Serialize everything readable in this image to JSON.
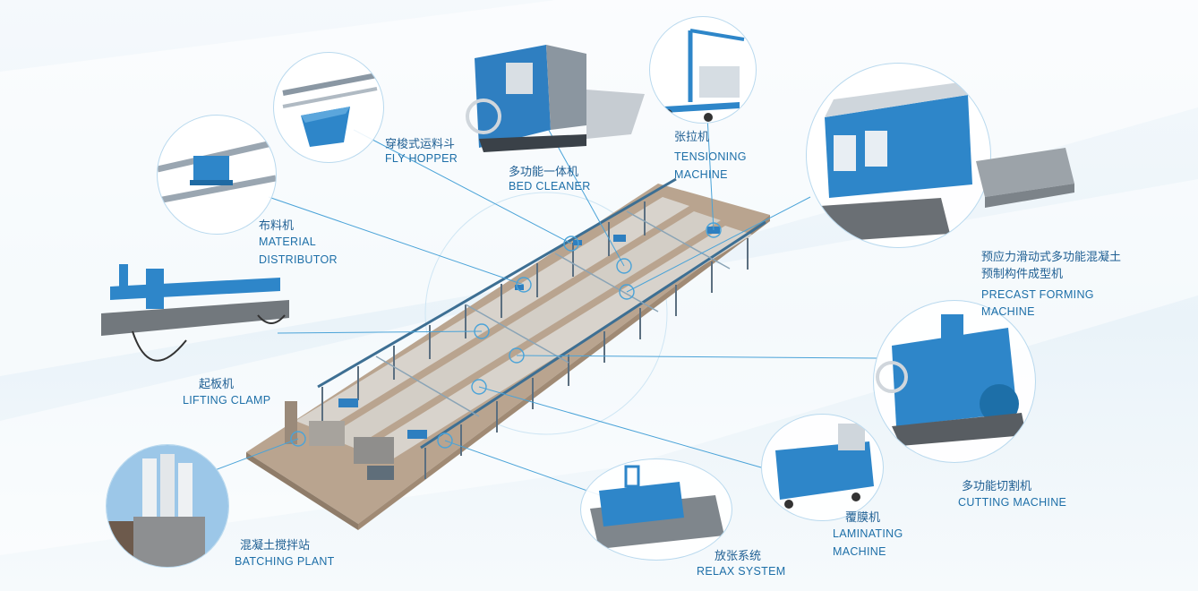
{
  "colors": {
    "accent": "#1d6fa8",
    "machine_blue": "#2e86c9",
    "line": "#4aa3d8",
    "ground": "#b7a08a"
  },
  "machines": {
    "fly_hopper": {
      "zh": "穿梭式运料斗",
      "en": "FLY HOPPER"
    },
    "bed_cleaner": {
      "zh": "多功能一体机",
      "en": "BED CLEANER"
    },
    "tensioning": {
      "zh": "张拉机",
      "en_1": "TENSIONING",
      "en_2": "MACHINE"
    },
    "precast_forming": {
      "zh_1": "预应力滑动式多功能混凝土",
      "zh_2": "预制构件成型机",
      "en_1": "PRECAST FORMING",
      "en_2": "MACHINE"
    },
    "material_distributor": {
      "zh": "布料机",
      "en_1": "MATERIAL",
      "en_2": "DISTRIBUTOR"
    },
    "lifting_clamp": {
      "zh": "起板机",
      "en": "LIFTING CLAMP"
    },
    "cutting_machine": {
      "zh": "多功能切割机",
      "en": "CUTTING MACHINE"
    },
    "batching_plant": {
      "zh": "混凝土搅拌站",
      "en": "BATCHING PLANT"
    },
    "relax_system": {
      "zh": "放张系统",
      "en": "RELAX SYSTEM"
    },
    "laminating": {
      "zh": "覆膜机",
      "en_1": "LAMINATING",
      "en_2": "MACHINE"
    }
  }
}
